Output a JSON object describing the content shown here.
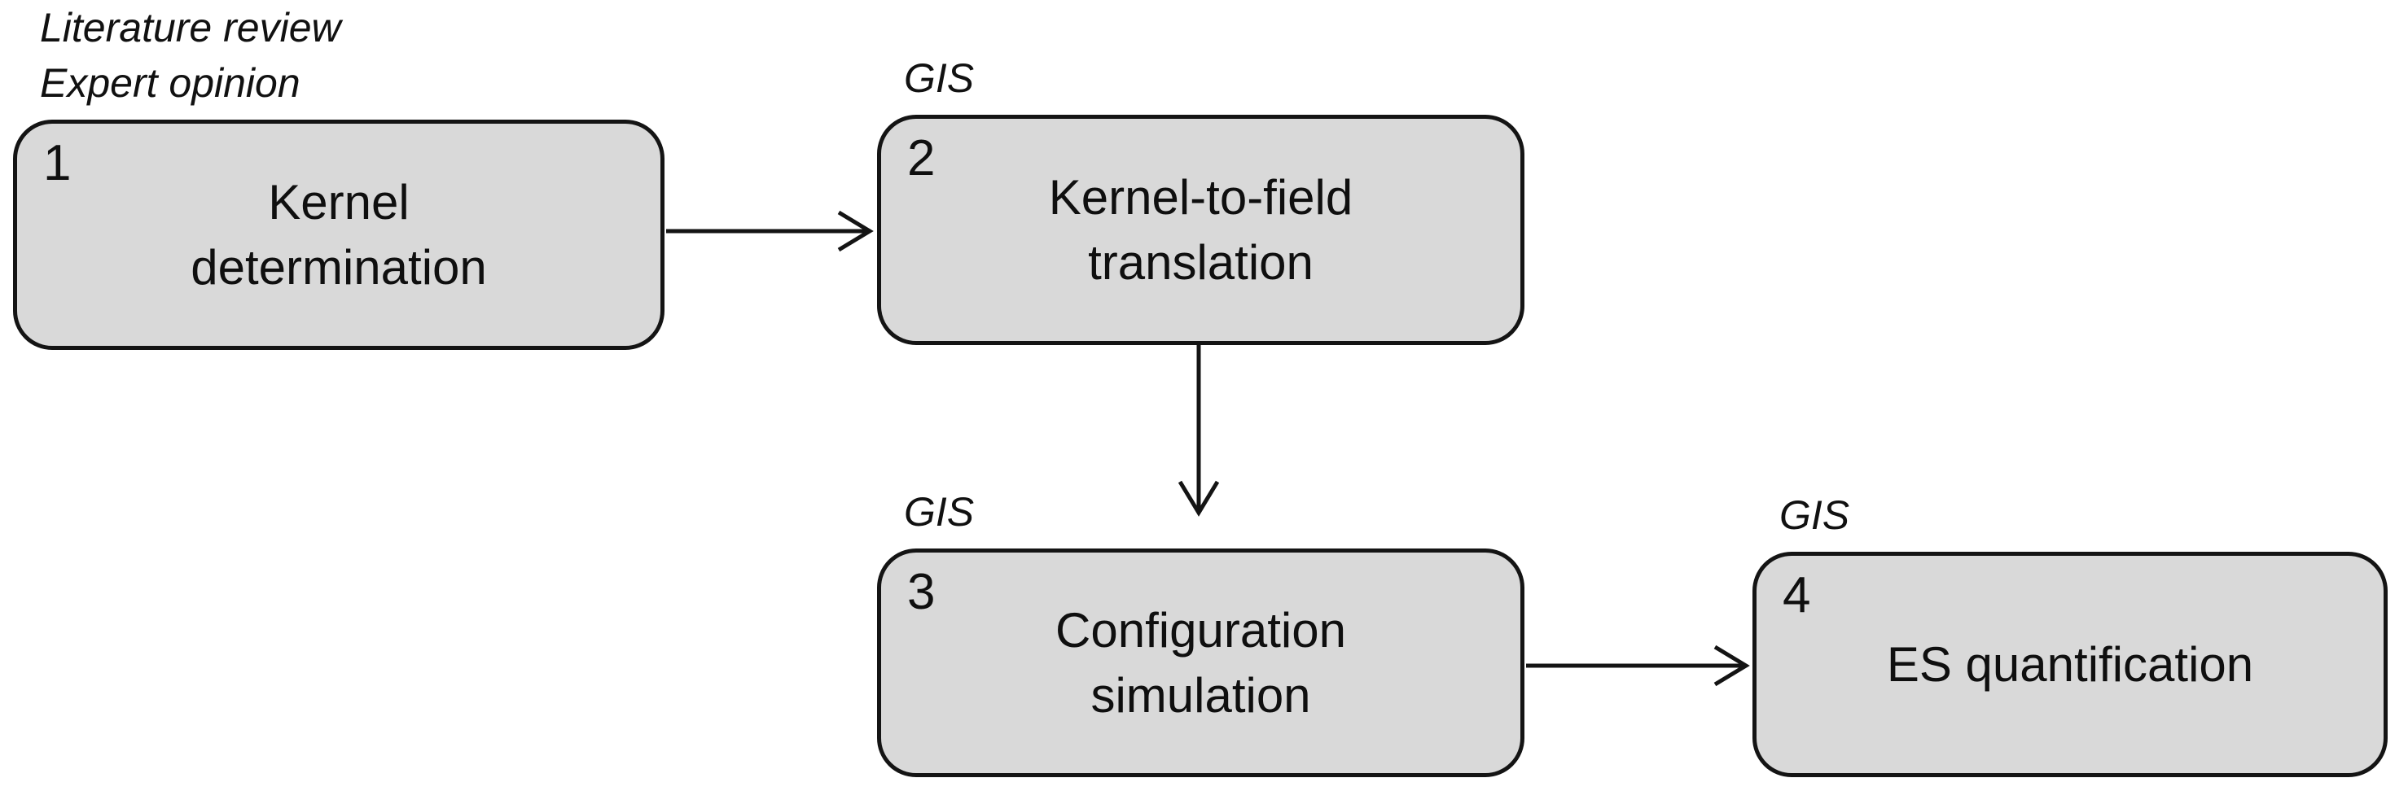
{
  "figure": {
    "background": "#ffffff",
    "node_fill": "#d9d9d9",
    "node_border": "#141414",
    "arrow_color": "#141414",
    "steps": [
      {
        "number": "1",
        "label": "Kernel\ndetermination",
        "annotation": "Literature review\nExpert opinion"
      },
      {
        "number": "2",
        "label": "Kernel-to-field\ntranslation",
        "annotation": "GIS"
      },
      {
        "number": "3",
        "label": "Configuration\nsimulation",
        "annotation": "GIS"
      },
      {
        "number": "4",
        "label": "ES quantification",
        "annotation": "GIS"
      }
    ],
    "arrows": [
      {
        "from": "1",
        "to": "2",
        "direction": "right"
      },
      {
        "from": "2",
        "to": "3",
        "direction": "down"
      },
      {
        "from": "3",
        "to": "4",
        "direction": "right"
      }
    ]
  }
}
